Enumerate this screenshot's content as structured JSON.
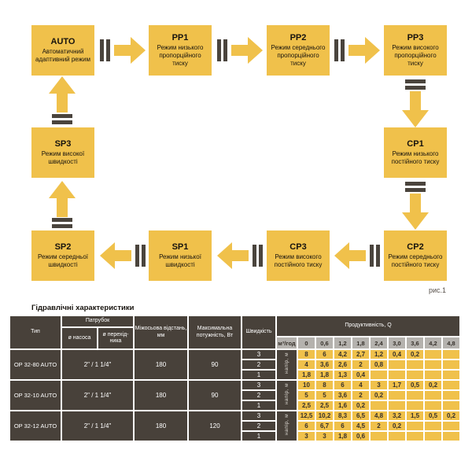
{
  "diagram": {
    "caption": "рис.1",
    "boxes": [
      {
        "code": "AUTO",
        "desc": "Автоматичний адаптивний режим"
      },
      {
        "code": "PP1",
        "desc": "Режим низького пропорційного тиску"
      },
      {
        "code": "PP2",
        "desc": "Режим середнього пропорційного тиску"
      },
      {
        "code": "PP3",
        "desc": "Режим високого пропорційного тиску"
      },
      {
        "code": "CP1",
        "desc": "Режим низького постійного тиску"
      },
      {
        "code": "CP2",
        "desc": "Режим середнього постійного тиску"
      },
      {
        "code": "CP3",
        "desc": "Режим високого постійного тиску"
      },
      {
        "code": "SP1",
        "desc": "Режим низької швидкості"
      },
      {
        "code": "SP2",
        "desc": "Режим середньої швидкості"
      },
      {
        "code": "SP3",
        "desc": "Режим високої швидкості"
      }
    ]
  },
  "table": {
    "title": "Гідравлічні характеристики",
    "headers": {
      "type": "Тип",
      "patrubok": "Патрубок",
      "pump_d": "ø насоса",
      "adapter_d": "ø перехід-ника",
      "axis_dist": "Міжосьова відстань, мм",
      "max_power": "Максимальна потужність, Вт",
      "speed": "Швидкість",
      "productivity": "Продуктивність, Q",
      "flow_unit": "м³/год",
      "head_unit": "напір, м",
      "flow_values": [
        "0",
        "0,6",
        "1,2",
        "1,8",
        "2,4",
        "3,0",
        "3,6",
        "4,2",
        "4,8"
      ]
    },
    "groups": [
      {
        "type": "OP 32-80 AUTO",
        "patrubok": "2\" / 1 1/4\"",
        "axis": "180",
        "power": "90",
        "rows": [
          {
            "speed": "3",
            "values": [
              "8",
              "6",
              "4,2",
              "2,7",
              "1,2",
              "0,4",
              "0,2",
              "",
              ""
            ]
          },
          {
            "speed": "2",
            "values": [
              "4",
              "3,6",
              "2,6",
              "2",
              "0,8",
              "",
              "",
              "",
              ""
            ]
          },
          {
            "speed": "1",
            "values": [
              "1,8",
              "1,8",
              "1,3",
              "0,4",
              "",
              "",
              "",
              "",
              ""
            ]
          }
        ]
      },
      {
        "type": "OP 32-10 AUTO",
        "patrubok": "2\" / 1 1/4\"",
        "axis": "180",
        "power": "90",
        "rows": [
          {
            "speed": "3",
            "values": [
              "10",
              "8",
              "6",
              "4",
              "3",
              "1,7",
              "0,5",
              "0,2",
              ""
            ]
          },
          {
            "speed": "2",
            "values": [
              "5",
              "5",
              "3,6",
              "2",
              "0,2",
              "",
              "",
              "",
              ""
            ]
          },
          {
            "speed": "1",
            "values": [
              "2,5",
              "2,5",
              "1,6",
              "0,2",
              "",
              "",
              "",
              "",
              ""
            ]
          }
        ]
      },
      {
        "type": "OP 32-12 AUTO",
        "patrubok": "2\" / 1 1/4\"",
        "axis": "180",
        "power": "120",
        "rows": [
          {
            "speed": "3",
            "values": [
              "12,5",
              "10,2",
              "8,3",
              "6,5",
              "4,8",
              "3,2",
              "1,5",
              "0,5",
              "0,2"
            ]
          },
          {
            "speed": "2",
            "values": [
              "6",
              "6,7",
              "6",
              "4,5",
              "2",
              "0,2",
              "",
              "",
              ""
            ]
          },
          {
            "speed": "1",
            "values": [
              "3",
              "3",
              "1,8",
              "0,6",
              "",
              "",
              "",
              "",
              ""
            ]
          }
        ]
      }
    ]
  },
  "colors": {
    "yellow": "#f0c14b",
    "dark_bars": "#4a443d",
    "dark_cell": "#48413a",
    "gray_cell": "#b5b2ae"
  }
}
